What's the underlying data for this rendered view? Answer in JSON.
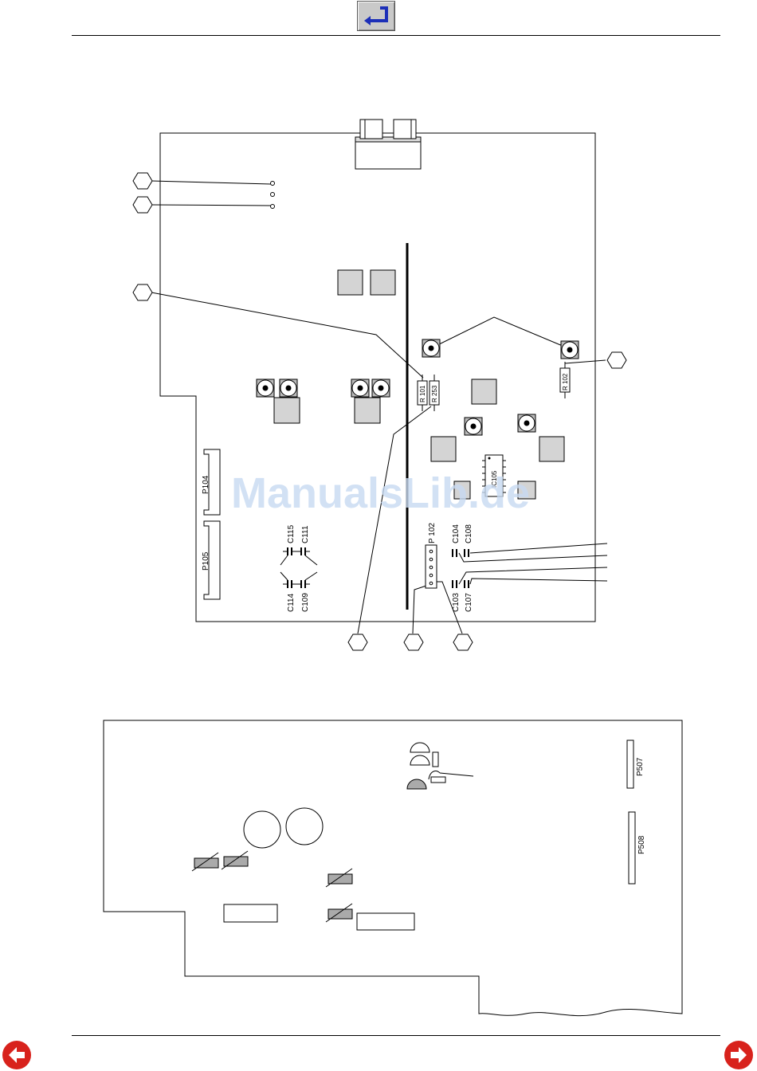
{
  "navigation": {
    "back_icon": "return-arrow-icon",
    "prev_icon": "arrow-left-icon",
    "next_icon": "arrow-right-icon",
    "accent": "#d8221c",
    "button_icon_color": "#1c2fb8"
  },
  "top_board": {
    "connectors": [
      "P104",
      "P105",
      "P 102"
    ],
    "resistors": [
      "R 101",
      "R 253",
      "R 102"
    ],
    "capacitors": [
      "C115",
      "C111",
      "C114",
      "C109",
      "C104",
      "C108",
      "C103",
      "C107"
    ],
    "ic_label": "IC105"
  },
  "bottom_board": {
    "connectors": [
      "P507",
      "P508"
    ]
  },
  "watermark": "ManualsLib.de"
}
